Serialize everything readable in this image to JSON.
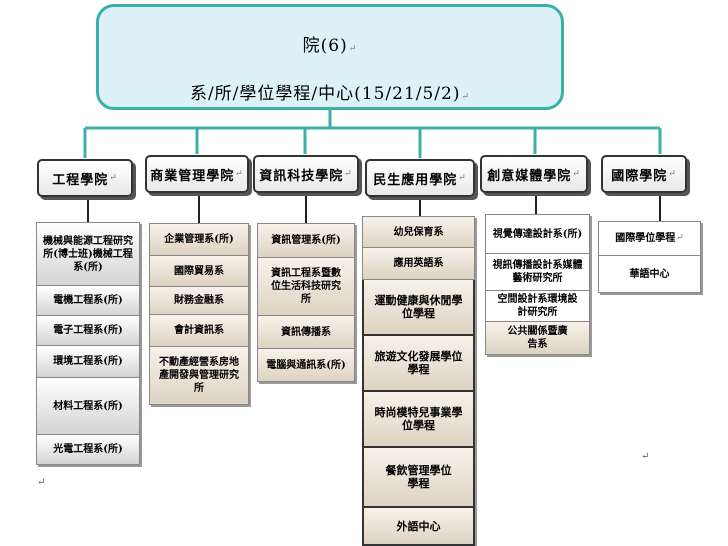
{
  "top": {
    "line1": "院(6)",
    "line2": "系/所/學位學程/中心(15/21/5/2)"
  },
  "colors": {
    "connector": "#3bb0a6",
    "top_fill": "#dcf1f8"
  },
  "colleges": [
    {
      "label": "工程學院",
      "depts": [
        "機械與能源工程研究所(博士班)機械工程系(所)",
        "電機工程系(所)",
        "電子工程系(所)",
        "環境工程系(所)",
        "材料工程系(所)",
        "光電工程系(所)"
      ]
    },
    {
      "label": "商業管理學院",
      "depts": [
        "企業管理系(所)",
        "國際貿易系",
        "財務金融系",
        "會計資訊系",
        "不動產經營系房地產開發與管理研究所"
      ]
    },
    {
      "label": "資訊科技學院",
      "depts": [
        "資訊管理系(所)",
        "資訊工程系暨數位生活科技研究所",
        "資訊傳播系",
        "電腦與通訊系(所)"
      ]
    },
    {
      "label": "民生應用學院",
      "depts": [
        "幼兒保育系",
        "應用英語系",
        "運動健康與休閒學位學程",
        "旅遊文化發展學位學程",
        "時尚模特兒事業學位學程",
        "餐飲管理學位學程",
        "外語中心"
      ]
    },
    {
      "label": "創意媒體學院",
      "depts": [
        "視覺傳達設計系(所)",
        "視訊傳播設計系媒體藝術研究所",
        "空間設計系環境設計研究所",
        "公共關係暨廣告系"
      ]
    },
    {
      "label": "國際學院",
      "depts": [
        "國際學位學程",
        "華語中心"
      ]
    }
  ]
}
